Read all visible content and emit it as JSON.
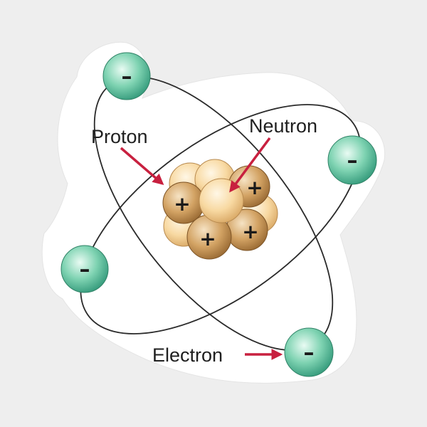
{
  "labels": {
    "proton": "Proton",
    "neutron": "Neutron",
    "electron": "Electron"
  },
  "symbols": {
    "electron_charge": "–",
    "proton_charge": "+"
  },
  "colors": {
    "background": "#eeeeee",
    "sticker": "#ffffff",
    "orbit": "#2a2a2a",
    "arrow": "#c8203f",
    "electron": "#5cbf9c",
    "proton": "#c8975a",
    "neutron": "#f5d39b"
  }
}
